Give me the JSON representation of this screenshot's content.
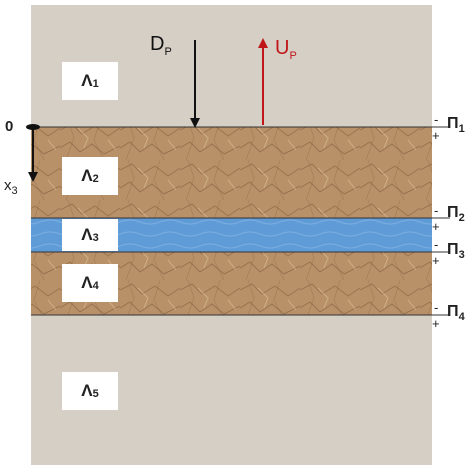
{
  "colors": {
    "background_layer": "#d6cfc6",
    "soil_layer": "#b89168",
    "water_layer": "#5f9bd6",
    "down_arrow": "#111111",
    "up_arrow": "#c0161a",
    "frame_border": "#cfcfcf"
  },
  "layers": [
    {
      "symbol": "Λ",
      "sub": "1",
      "kind": "half-space"
    },
    {
      "symbol": "Λ",
      "sub": "2",
      "kind": "soil"
    },
    {
      "symbol": "Λ",
      "sub": "3",
      "kind": "water"
    },
    {
      "symbol": "Λ",
      "sub": "4",
      "kind": "soil"
    },
    {
      "symbol": "Λ",
      "sub": "5",
      "kind": "half-space"
    }
  ],
  "interfaces": [
    {
      "symbol": "Π",
      "sub": "1",
      "minus": "-",
      "plus": "+"
    },
    {
      "symbol": "Π",
      "sub": "2",
      "minus": "-",
      "plus": "+"
    },
    {
      "symbol": "Π",
      "sub": "3",
      "minus": "-",
      "plus": "+"
    },
    {
      "symbol": "Π",
      "sub": "4",
      "minus": "-",
      "plus": "+"
    }
  ],
  "axis": {
    "origin": "0",
    "symbol": "x",
    "sub": "3"
  },
  "waves": {
    "down": {
      "symbol": "D",
      "sub": "P"
    },
    "up": {
      "symbol": "U",
      "sub": "P"
    }
  }
}
